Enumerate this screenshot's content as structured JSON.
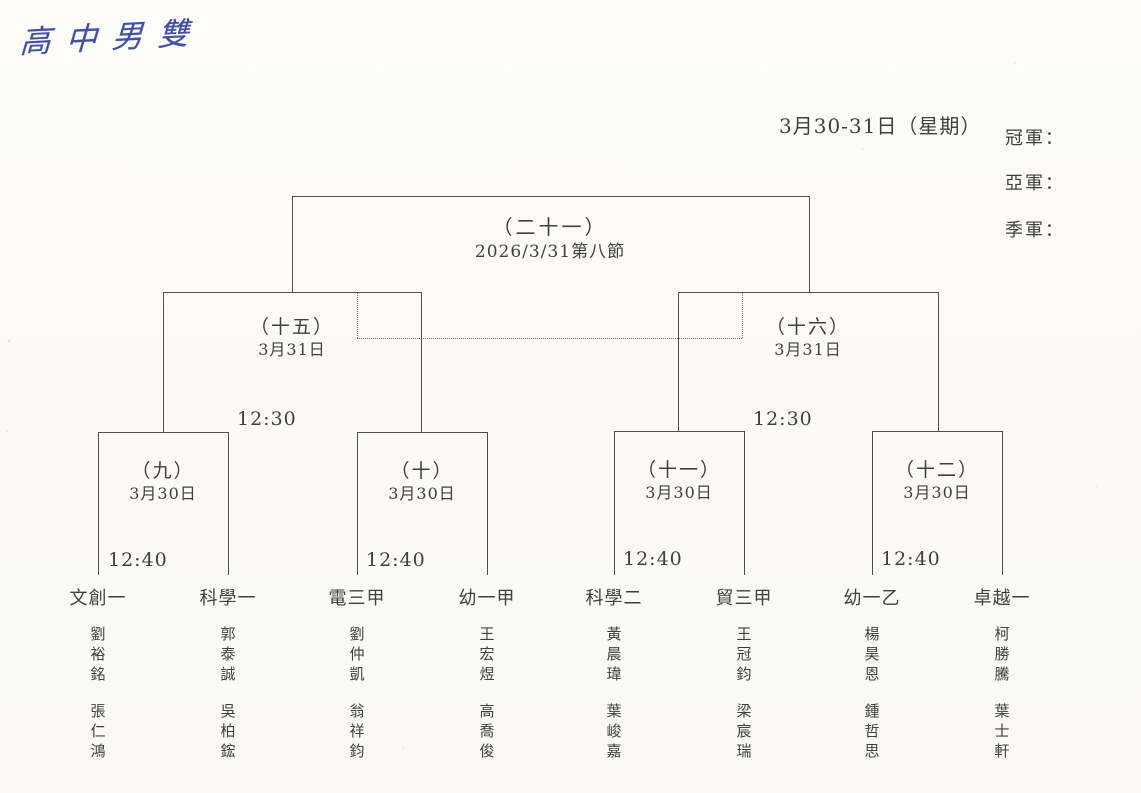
{
  "header": {
    "handwritten_title": "高中男雙",
    "date_range": "3月30-31日（星期）",
    "champion_label": "冠軍：",
    "runner_up_label": "亞軍：",
    "third_label": "季軍："
  },
  "final": {
    "code": "（二十一）",
    "schedule": "2026/3/31第八節"
  },
  "semifinals": [
    {
      "code": "（十五）",
      "date": "3月31日",
      "time": "12:30"
    },
    {
      "code": "（十六）",
      "date": "3月31日",
      "time": "12:30"
    }
  ],
  "quarterfinals": [
    {
      "code": "（九）",
      "date": "3月30日",
      "time": "12:40"
    },
    {
      "code": "（十）",
      "date": "3月30日",
      "time": "12:40"
    },
    {
      "code": "（十一）",
      "date": "3月30日",
      "time": "12:40"
    },
    {
      "code": "（十二）",
      "date": "3月30日",
      "time": "12:40"
    }
  ],
  "teams": [
    {
      "name": "文創一",
      "player1": "劉裕銘",
      "player2": "張仁鴻"
    },
    {
      "name": "科學一",
      "player1": "郭泰誠",
      "player2": "吳柏鋐"
    },
    {
      "name": "電三甲",
      "player1": "劉仲凱",
      "player2": "翁祥鈞"
    },
    {
      "name": "幼一甲",
      "player1": "王宏煜",
      "player2": "高喬俊"
    },
    {
      "name": "科學二",
      "player1": "黃晨瑋",
      "player2": "葉峻嘉"
    },
    {
      "name": "貿三甲",
      "player1": "王冠鈞",
      "player2": "梁宸瑞"
    },
    {
      "name": "幼一乙",
      "player1": "楊昊恩",
      "player2": "鍾哲思"
    },
    {
      "name": "卓越一",
      "player1": "柯勝騰",
      "player2": "葉士軒"
    }
  ],
  "colors": {
    "paper": "#fcfbf6",
    "ink": "#3f3f3f",
    "bracket_line": "#4e4e4e",
    "handwriting_blue": "#3e4fae"
  }
}
